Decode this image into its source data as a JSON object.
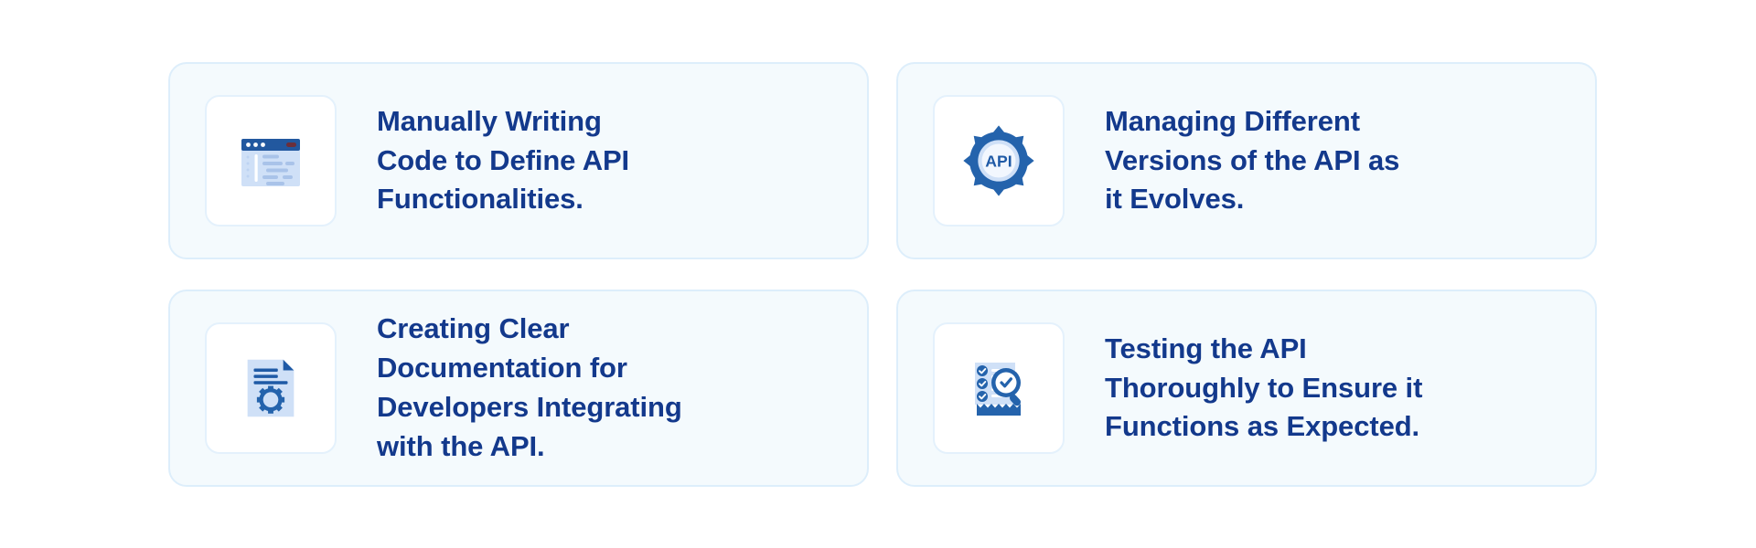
{
  "page": {
    "background": "#ffffff",
    "accent_navy": "#13398c",
    "accent_blue": "#2463ac",
    "icon_light_blue": "#cfe0f7",
    "card_bg": "#f4fafd",
    "card_border": "#ddeefb",
    "tile_bg": "#ffffff",
    "tile_border": "#e4f1fc"
  },
  "cards": [
    {
      "id": "manual-coding",
      "icon": "code-window-icon",
      "icon_label": "code-window",
      "text": "Manually Writing\nCode to Define API\nFunctionalities."
    },
    {
      "id": "version-management",
      "icon": "api-gear-icon",
      "icon_label": "api-gear",
      "icon_text": "API",
      "text": "Managing Different\nVersions of the API as\nit Evolves."
    },
    {
      "id": "documentation",
      "icon": "document-gear-icon",
      "icon_label": "document-gear",
      "text": "Creating Clear\nDocumentation for\nDevelopers Integrating\nwith the API."
    },
    {
      "id": "testing",
      "icon": "checklist-magnifier-icon",
      "icon_label": "checklist-magnifier",
      "text": "Testing the API\nThoroughly to Ensure it\nFunctions as Expected."
    }
  ]
}
